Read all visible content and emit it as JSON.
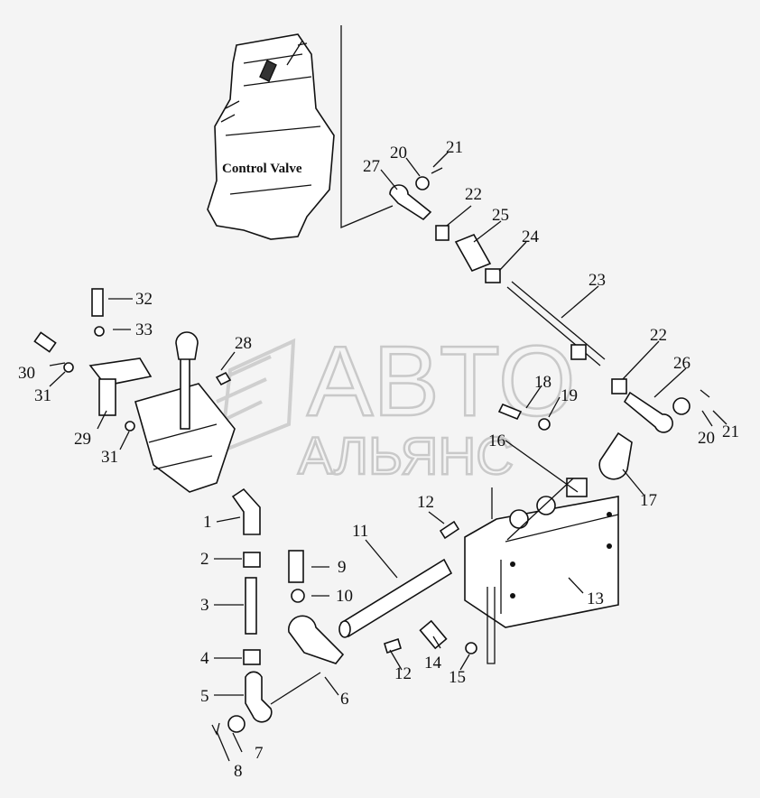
{
  "diagram": {
    "valve_label": "Control Valve",
    "watermark": {
      "line1": "ABTO",
      "line2": "АЛЬЯНС"
    },
    "callouts": [
      {
        "id": "c1",
        "text": "1"
      },
      {
        "id": "c2",
        "text": "2"
      },
      {
        "id": "c3",
        "text": "3"
      },
      {
        "id": "c4",
        "text": "4"
      },
      {
        "id": "c5",
        "text": "5"
      },
      {
        "id": "c6",
        "text": "6"
      },
      {
        "id": "c7",
        "text": "7"
      },
      {
        "id": "c8",
        "text": "8"
      },
      {
        "id": "c9",
        "text": "9"
      },
      {
        "id": "c10",
        "text": "10"
      },
      {
        "id": "c11",
        "text": "11"
      },
      {
        "id": "c12a",
        "text": "12"
      },
      {
        "id": "c12b",
        "text": "12"
      },
      {
        "id": "c13",
        "text": "13"
      },
      {
        "id": "c14",
        "text": "14"
      },
      {
        "id": "c15",
        "text": "15"
      },
      {
        "id": "c16",
        "text": "16"
      },
      {
        "id": "c17",
        "text": "17"
      },
      {
        "id": "c18",
        "text": "18"
      },
      {
        "id": "c19",
        "text": "19"
      },
      {
        "id": "c20a",
        "text": "20"
      },
      {
        "id": "c20b",
        "text": "20"
      },
      {
        "id": "c21a",
        "text": "21"
      },
      {
        "id": "c21b",
        "text": "21"
      },
      {
        "id": "c22a",
        "text": "22"
      },
      {
        "id": "c22b",
        "text": "22"
      },
      {
        "id": "c23",
        "text": "23"
      },
      {
        "id": "c24",
        "text": "24"
      },
      {
        "id": "c25",
        "text": "25"
      },
      {
        "id": "c26",
        "text": "26"
      },
      {
        "id": "c27",
        "text": "27"
      },
      {
        "id": "c28",
        "text": "28"
      },
      {
        "id": "c29",
        "text": "29"
      },
      {
        "id": "c30",
        "text": "30"
      },
      {
        "id": "c31a",
        "text": "31"
      },
      {
        "id": "c31b",
        "text": "31"
      },
      {
        "id": "c32",
        "text": "32"
      },
      {
        "id": "c33",
        "text": "33"
      }
    ]
  }
}
